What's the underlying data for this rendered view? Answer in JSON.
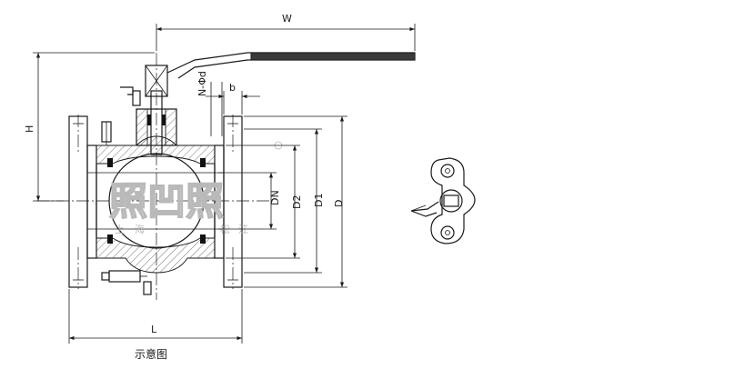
{
  "dimensions": {
    "width_label": "W",
    "height_label": "H",
    "length_label": "L",
    "bolt_holes_label": "N-Φd",
    "flange_thickness_label": "b",
    "nominal_diameter_label": "DN",
    "raised_face_label": "D2",
    "bolt_circle_label": "D1",
    "flange_od_label": "D"
  },
  "caption": "示意图",
  "watermark": {
    "brand": "照凹照",
    "subtitle_chars": [
      "上",
      "海",
      "松",
      "江"
    ]
  },
  "colors": {
    "line": "#1a1a1a",
    "watermark": "#b9b9b9",
    "background": "#ffffff"
  }
}
